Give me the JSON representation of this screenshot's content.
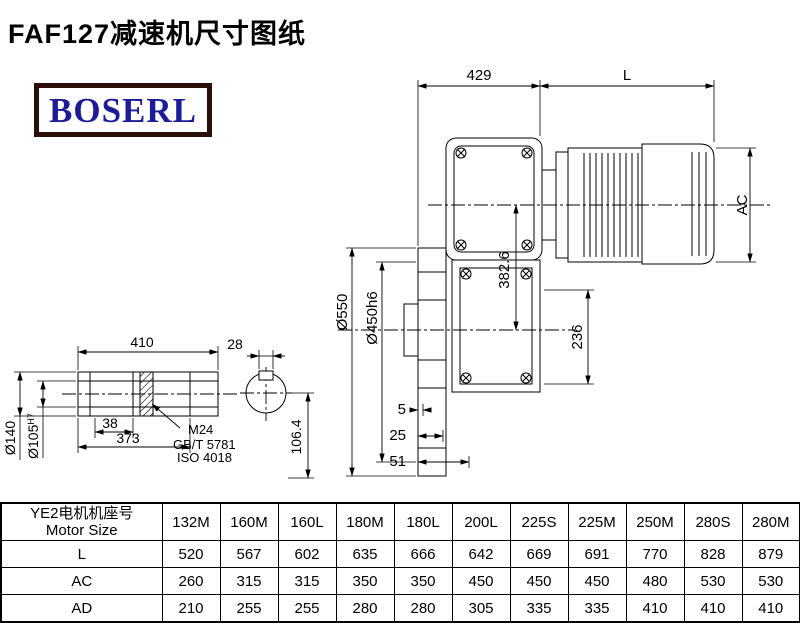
{
  "page": {
    "title": "FAF127减速机尺寸图纸"
  },
  "logo": {
    "text": "BOSERL",
    "text_color": "#1c1c96",
    "border_color": "#2a0f08"
  },
  "drawing": {
    "main_view": {
      "dim_429": "429",
      "dim_L": "L",
      "dim_AC": "AC",
      "dim_d550": "Ø550",
      "dim_d450h6": "Ø450h6",
      "dim_382_6": "382.6",
      "dim_236": "236",
      "dim_5": "5",
      "dim_25": "25",
      "dim_51": "51"
    },
    "shaft_view": {
      "dim_410": "410",
      "dim_28": "28",
      "dim_38": "38",
      "dim_373": "373",
      "dim_d140": "Ø140",
      "dim_d105": "Ø105",
      "dim_d105_tol": "H7",
      "thread_spec": "M24",
      "standard_gb": "GB/T 5781",
      "standard_iso": "ISO 4018",
      "dim_106_4": "106.4"
    }
  },
  "table": {
    "header_cn": "YE2电机机座号",
    "header_en": "Motor Size",
    "columns": [
      "132M",
      "160M",
      "160L",
      "180M",
      "180L",
      "200L",
      "225S",
      "225M",
      "250M",
      "280S",
      "280M"
    ],
    "rows": [
      {
        "label": "L",
        "values": [
          "520",
          "567",
          "602",
          "635",
          "666",
          "642",
          "669",
          "691",
          "770",
          "828",
          "879"
        ]
      },
      {
        "label": "AC",
        "values": [
          "260",
          "315",
          "315",
          "350",
          "350",
          "450",
          "450",
          "450",
          "480",
          "530",
          "530"
        ]
      },
      {
        "label": "AD",
        "values": [
          "210",
          "255",
          "255",
          "280",
          "280",
          "305",
          "335",
          "335",
          "410",
          "410",
          "410"
        ]
      }
    ]
  }
}
